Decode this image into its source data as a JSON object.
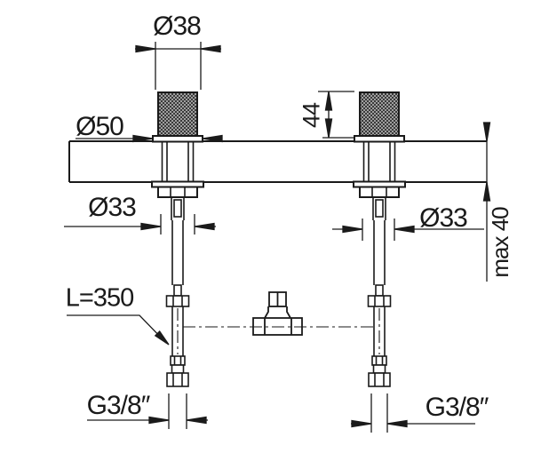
{
  "drawing": {
    "labels": {
      "handle_diameter": "Ø38",
      "escutcheon_diameter": "Ø50",
      "handle_height": "44",
      "hole_diameter_left": "Ø33",
      "hole_diameter_right": "Ø33",
      "max_counter_thickness": "max 40",
      "hose_length": "L=350",
      "thread_size_left": "G3/8″",
      "thread_size_right": "G3/8″"
    },
    "colors": {
      "line": "#1a1a1a",
      "background": "#ffffff"
    }
  }
}
